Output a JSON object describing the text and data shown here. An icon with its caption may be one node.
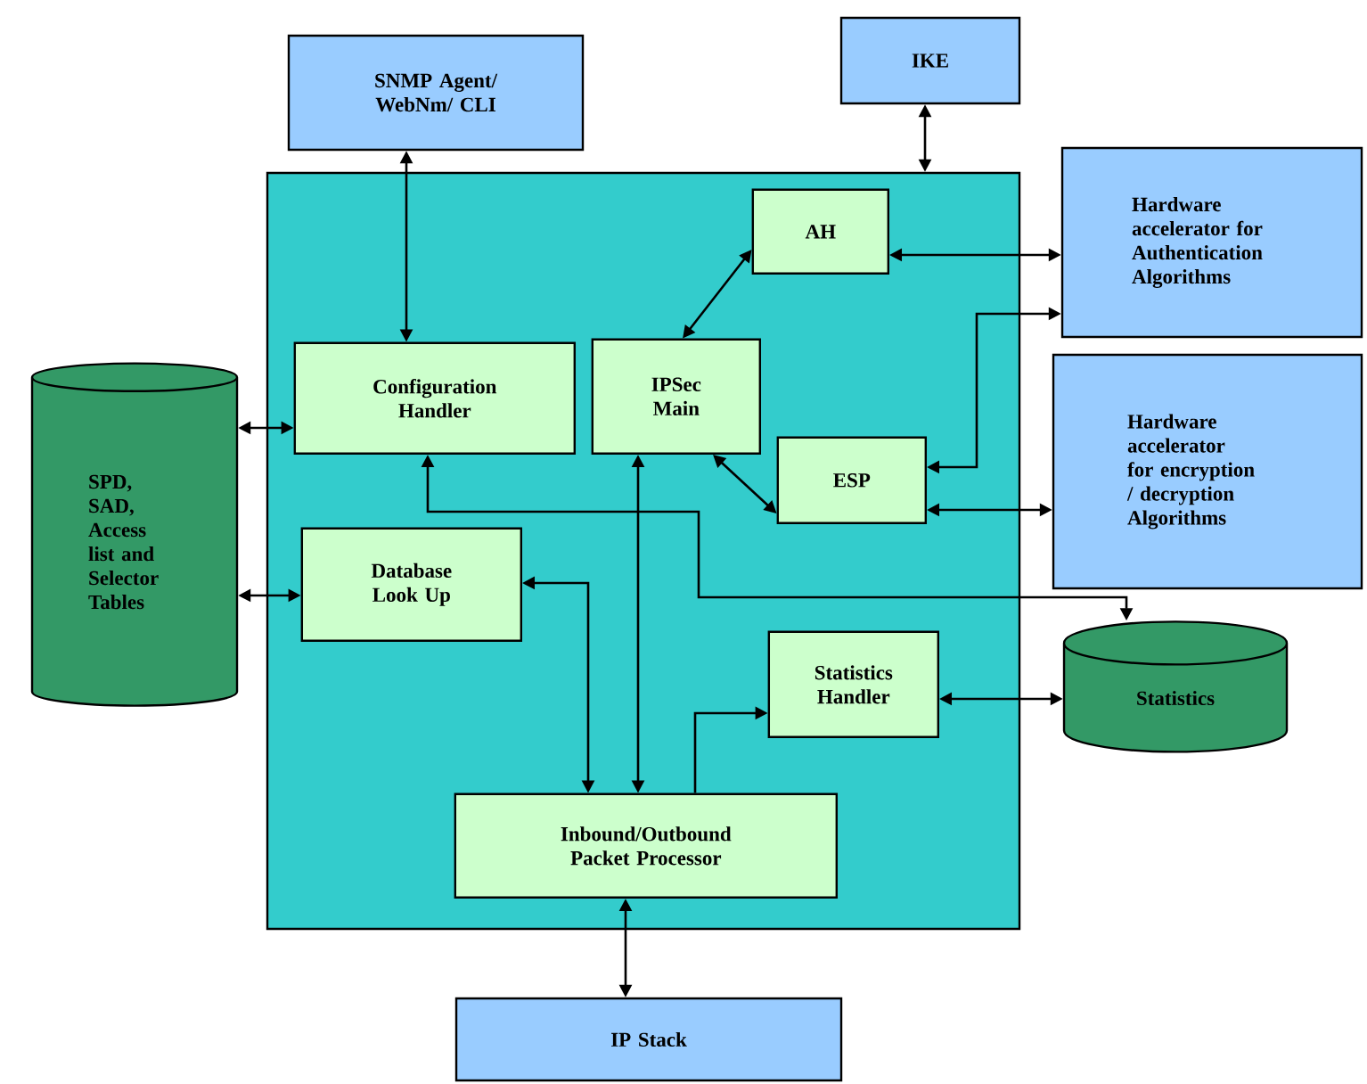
{
  "diagram": {
    "nodes": [
      {
        "text": [
          "SNMP Agent/ WebNm/ CLI"
        ]
      },
      {
        "text": [
          "IKE"
        ]
      },
      {
        "text": [],
        "shape": "box"
      },
      {
        "text": [
          "AH"
        ],
        "in": 2
      },
      {
        "text": [
          "Hardware accelerator for Authentication Algorithms"
        ]
      },
      {
        "text": [
          "Configuration Handler"
        ],
        "in": 2
      },
      {
        "text": [
          "IPSec Main"
        ],
        "in": 2
      },
      {
        "text": [
          "SPD, SAD, Access list and Selector Tables"
        ]
      },
      {
        "text": [
          "ESP"
        ],
        "in": 2
      },
      {
        "text": [
          "Hardware accelerator for encryption / decryption Algorithms"
        ]
      },
      {
        "text": [
          "Database Look Up"
        ],
        "in": 2
      },
      {
        "text": [
          "Statistics Handler"
        ],
        "in": 2
      },
      {
        "text": [
          "Statistics"
        ]
      },
      {
        "text": [
          "Inbound/Outbound Packet Processor"
        ],
        "in": 2
      },
      {
        "text": [
          "IP Stack"
        ]
      }
    ],
    "edges": [
      {
        "from": 0,
        "to": 5,
        "arrow": "both"
      },
      {
        "from": 1,
        "to": 2,
        "arrow": "both"
      },
      {
        "from": 6,
        "to": 3,
        "arrow": "both"
      },
      {
        "from": 3,
        "to": 4,
        "arrow": "both"
      },
      {
        "from": 8,
        "to": 4,
        "arrow": "both"
      },
      {
        "from": 8,
        "to": 9,
        "arrow": "both"
      },
      {
        "from": 6,
        "to": 8,
        "arrow": "both"
      },
      {
        "from": 7,
        "to": 5,
        "arrow": "both"
      },
      {
        "from": 7,
        "to": 10,
        "arrow": "both"
      },
      {
        "from": 5,
        "to": 12,
        "arrow": "both"
      },
      {
        "from": 10,
        "to": 13,
        "arrow": "both"
      },
      {
        "from": 6,
        "to": 13,
        "arrow": "both"
      },
      {
        "from": 13,
        "to": 11,
        "arrow": "to"
      },
      {
        "from": 11,
        "to": 12,
        "arrow": "both"
      },
      {
        "from": 13,
        "to": 14,
        "arrow": "both"
      }
    ]
  }
}
